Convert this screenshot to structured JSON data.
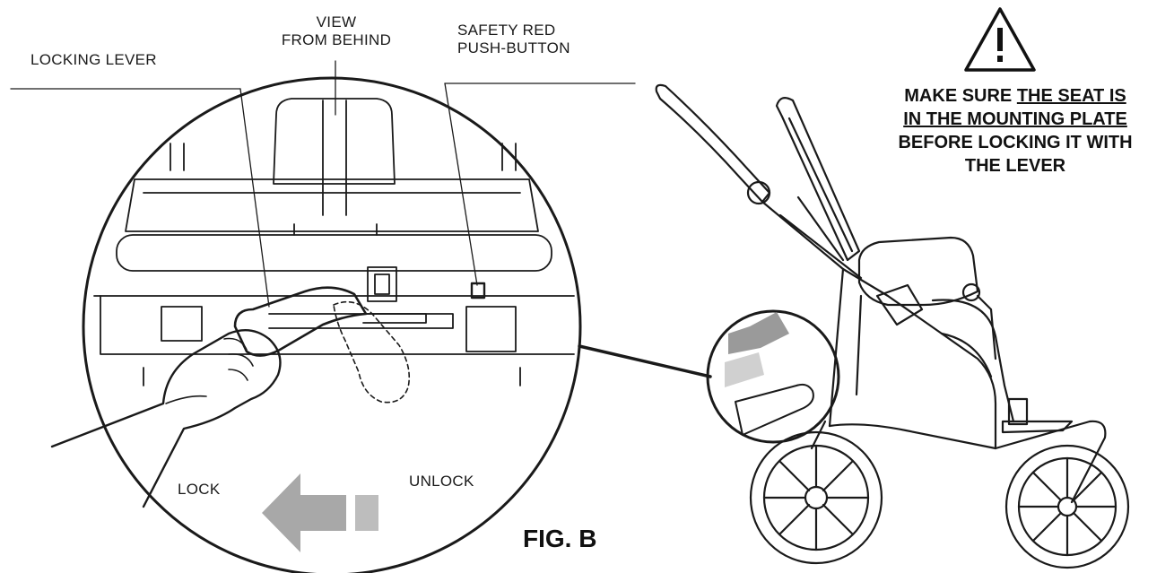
{
  "labels": {
    "locking_lever": "LOCKING  LEVER",
    "view_line1": "VIEW",
    "view_line2": "FROM BEHIND",
    "safety_line1": "SAFETY RED",
    "safety_line2": "PUSH-BUTTON",
    "lock": "LOCK",
    "unlock": "UNLOCK"
  },
  "warning": {
    "icon": "warning-triangle-icon",
    "part1": "MAKE SURE ",
    "part2": "THE SEAT IS",
    "part3": "IN THE MOUNTING PLATE",
    "part4": "BEFORE LOCKING IT WITH",
    "part5": "THE LEVER"
  },
  "figure_label": "FIG. B",
  "colors": {
    "line": "#1a1a1a",
    "arrow_fill": "#a8a8a8",
    "arrow_light": "#cfcfcf"
  }
}
